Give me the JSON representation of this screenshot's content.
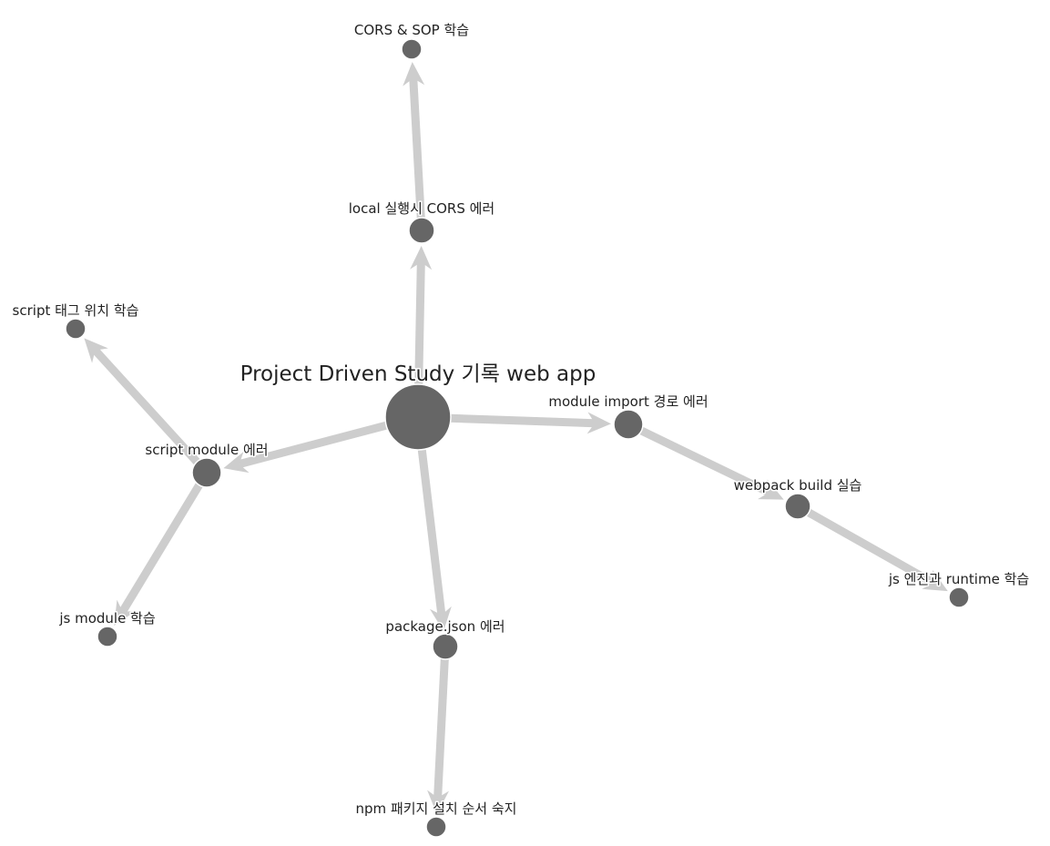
{
  "graph": {
    "root": "root",
    "nodes": [
      {
        "id": "root",
        "label": "Project Driven Study 기록 web app"
      },
      {
        "id": "local-cors",
        "label": "local 실행시 CORS 에러"
      },
      {
        "id": "cors-sop",
        "label": "CORS & SOP 학습"
      },
      {
        "id": "module-import",
        "label": "module import 경로 에러"
      },
      {
        "id": "webpack-build",
        "label": "webpack build 실습"
      },
      {
        "id": "js-engine",
        "label": "js 엔진과 runtime 학습"
      },
      {
        "id": "script-module",
        "label": "script module 에러"
      },
      {
        "id": "script-tag",
        "label": "script 태그 위치 학습"
      },
      {
        "id": "js-module",
        "label": "js module 학습"
      },
      {
        "id": "package-json",
        "label": "package.json 에러"
      },
      {
        "id": "npm-order",
        "label": "npm 패키지 설치 순서 숙지"
      }
    ],
    "edges": [
      {
        "source": "root",
        "target": "local-cors"
      },
      {
        "source": "local-cors",
        "target": "cors-sop"
      },
      {
        "source": "root",
        "target": "module-import"
      },
      {
        "source": "module-import",
        "target": "webpack-build"
      },
      {
        "source": "webpack-build",
        "target": "js-engine"
      },
      {
        "source": "root",
        "target": "script-module"
      },
      {
        "source": "script-module",
        "target": "script-tag"
      },
      {
        "source": "script-module",
        "target": "js-module"
      },
      {
        "source": "root",
        "target": "package-json"
      },
      {
        "source": "package-json",
        "target": "npm-order"
      }
    ],
    "colors": {
      "node": "#666666",
      "edge": "#cdcdcd",
      "label": "#222222",
      "background": "#ffffff"
    }
  }
}
